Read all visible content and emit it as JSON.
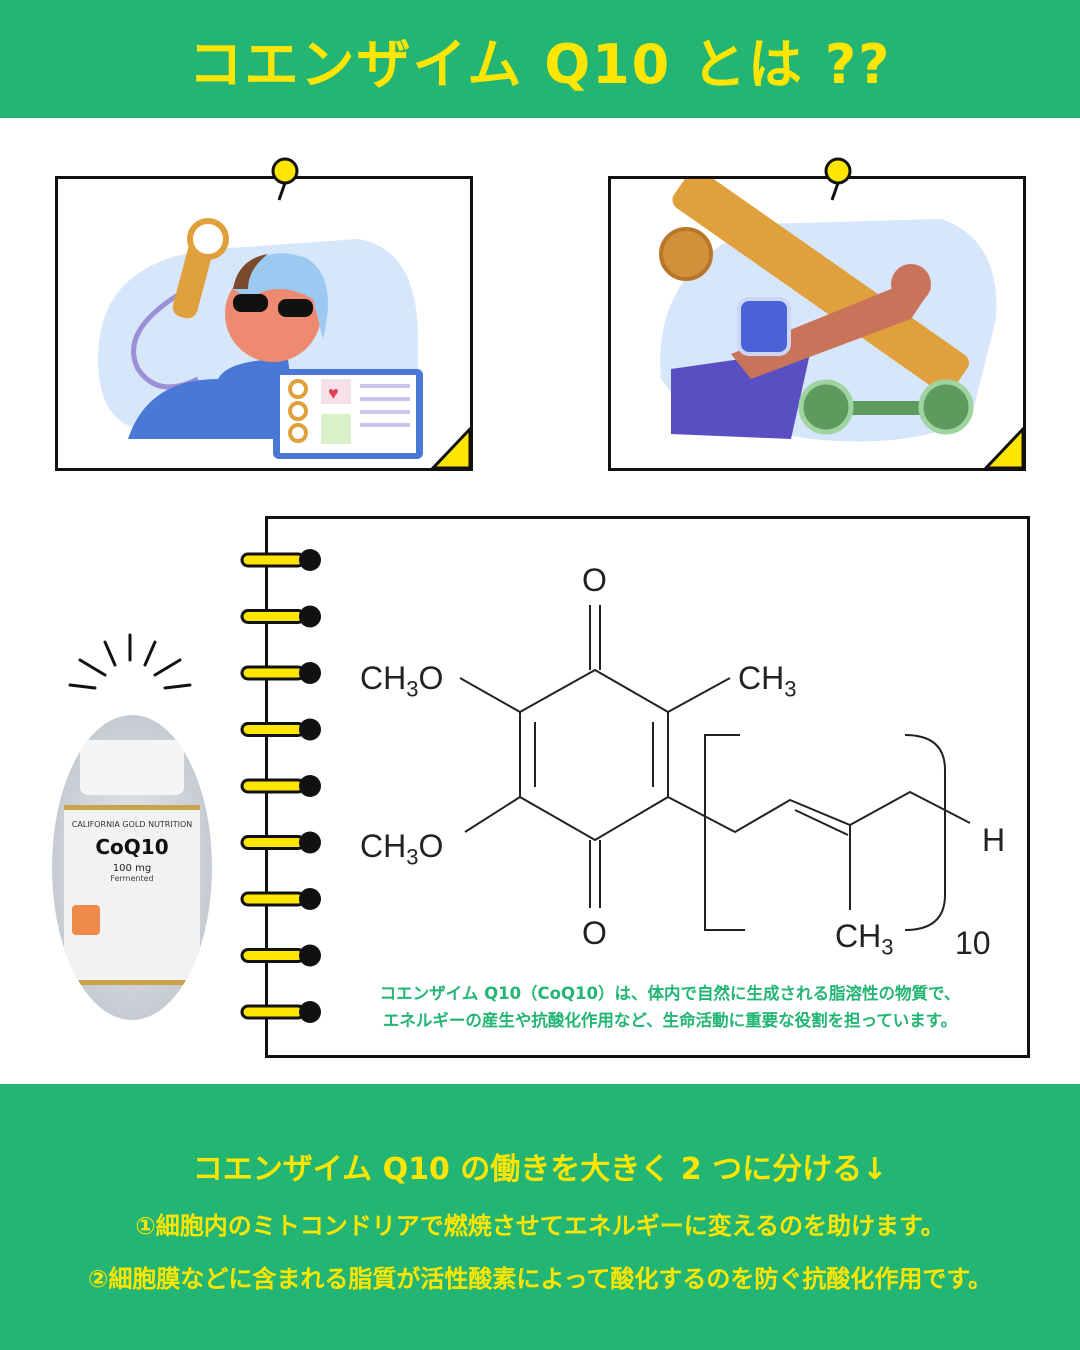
{
  "header": {
    "title": "コエンザイム Q10 とは ??"
  },
  "molecule": {
    "o_top": "O",
    "o_bottom": "O",
    "ch3o_top": "CH3O",
    "ch3o_bottom": "CH3O",
    "ch3_right": "CH3",
    "ch3_chain": "CH3",
    "h": "H",
    "repeat": "10"
  },
  "bottle": {
    "brand": "CALIFORNIA GOLD NUTRITION",
    "product": "CoQ10",
    "dose": "100 mg",
    "type": "Fermented"
  },
  "caption": {
    "line1": "コエンザイム Q10（CoQ10）は、体内で自然に生成される脂溶性の物質で、",
    "line2": "エネルギーの産生や抗酸化作用など、生命活動に重要な役割を担っています。"
  },
  "footer": {
    "heading": "コエンザイム Q10 の働きを大きく 2 つに分ける↓",
    "point1": "①細胞内のミトコンドリアで燃焼させてエネルギーに変えるのを助けます。",
    "point2": "②細胞膜などに含まれる脂質が活性酸素によって酸化するのを防ぐ抗酸化作用です。"
  },
  "colors": {
    "green": "#22b573",
    "yellow": "#ffe600"
  }
}
